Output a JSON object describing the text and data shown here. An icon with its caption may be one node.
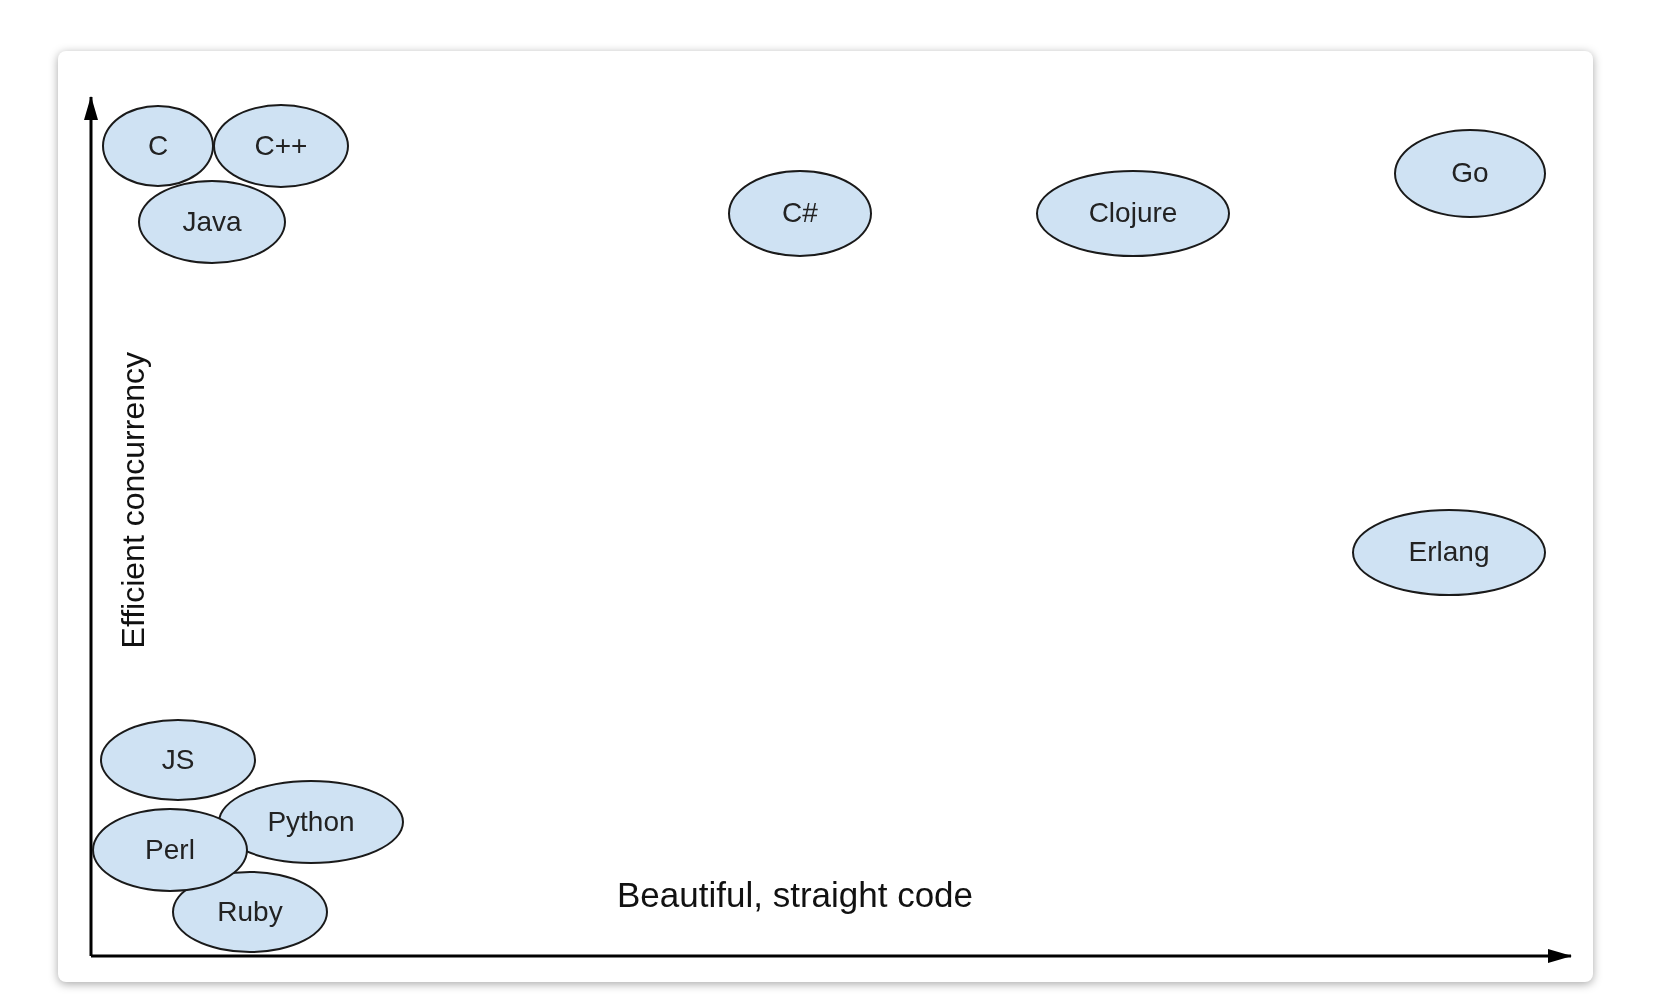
{
  "diagram": {
    "nodes": [
      {
        "text": [
          "C"
        ]
      },
      {
        "text": [
          "C++"
        ]
      },
      {
        "text": [
          "Java"
        ]
      },
      {
        "text": [
          "C#"
        ]
      },
      {
        "text": [
          "Clojure"
        ]
      },
      {
        "text": [
          "Go"
        ]
      },
      {
        "text": [
          "Erlang"
        ]
      },
      {
        "text": [
          "JS"
        ]
      },
      {
        "text": [
          "Python"
        ]
      },
      {
        "text": [
          "Perl"
        ]
      },
      {
        "text": [
          "Ruby"
        ]
      }
    ],
    "edges": [],
    "labels": [
      "Efficient concurrency",
      "Beautiful, straight code"
    ]
  }
}
